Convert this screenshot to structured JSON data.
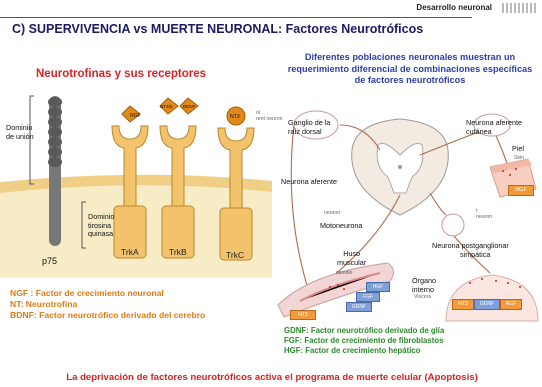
{
  "header": {
    "section": "Desarrollo neuronal"
  },
  "title": "C) SUPERVIVENCIA vs MUERTE NEURONAL: Factores Neurotróficos",
  "left_panel": {
    "heading": "Neurotrofinas y sus receptores",
    "domain_union": [
      "Dominio",
      "de unión"
    ],
    "domain_kinase": [
      "Dominio",
      "tirosina",
      "quinasa"
    ],
    "p75": "p75",
    "receptors": [
      "TrkA",
      "TrkB",
      "TrkC"
    ],
    "ligands": [
      "NGF",
      "NT4/5",
      "BDNF",
      "NT3"
    ]
  },
  "right_panel": {
    "intro": "Diferentes poblaciones neuronales muestran un requerimiento diferencial de combinaciones específicas de factores neurotróficos",
    "labels": {
      "ganglion": [
        "Ganglio de la",
        "raíz dorsal"
      ],
      "afferent_cut": [
        "Neurona aferente",
        "cutánea"
      ],
      "skin": "Piel",
      "skin_small": "Skin",
      "afferent": "Neurona aferente",
      "motoneuron": "Motoneurona",
      "neuron_small": "neuron",
      "spindle": [
        "Huso",
        "muscular"
      ],
      "spindle_small": "spindle",
      "postganglionic": [
        "Neurona postganglionar",
        "simpática"
      ],
      "organ": [
        "Órgano",
        "interno"
      ],
      "viscera_small": "Viscera",
      "top_small": [
        "ol",
        "rent neuron"
      ],
      "right_small": [
        "t",
        "neuron"
      ]
    },
    "factor_boxes": {
      "skin": "NGF",
      "spindle": [
        "HGF",
        "FGF",
        "GDNF",
        "NT3"
      ],
      "organ": [
        "NT3",
        "GDNF",
        "NGF"
      ]
    }
  },
  "legend_left": [
    "NGF : Factor de crecimiento neuronal",
    "NT: Neurotrofina",
    "BDNF: Factor neurotrófico derivado del cerebro"
  ],
  "legend_right": [
    "GDNF: Factor neurotrófico derivado de glía",
    "FGF: Factor de crecimiento de fibroblastos",
    "HGF: Factor de crecimiento hepático"
  ],
  "footer": "La deprivación de factores neurotróficos activa el programa de muerte celular (Apoptosis)",
  "colors": {
    "title": "#1a1a66",
    "red": "#e02020",
    "blue": "#2b3fb0",
    "orange": "#e07a10",
    "green": "#2a8a2a",
    "receptor_fill": "#f2c36b",
    "membrane": "#f6e3b4"
  }
}
